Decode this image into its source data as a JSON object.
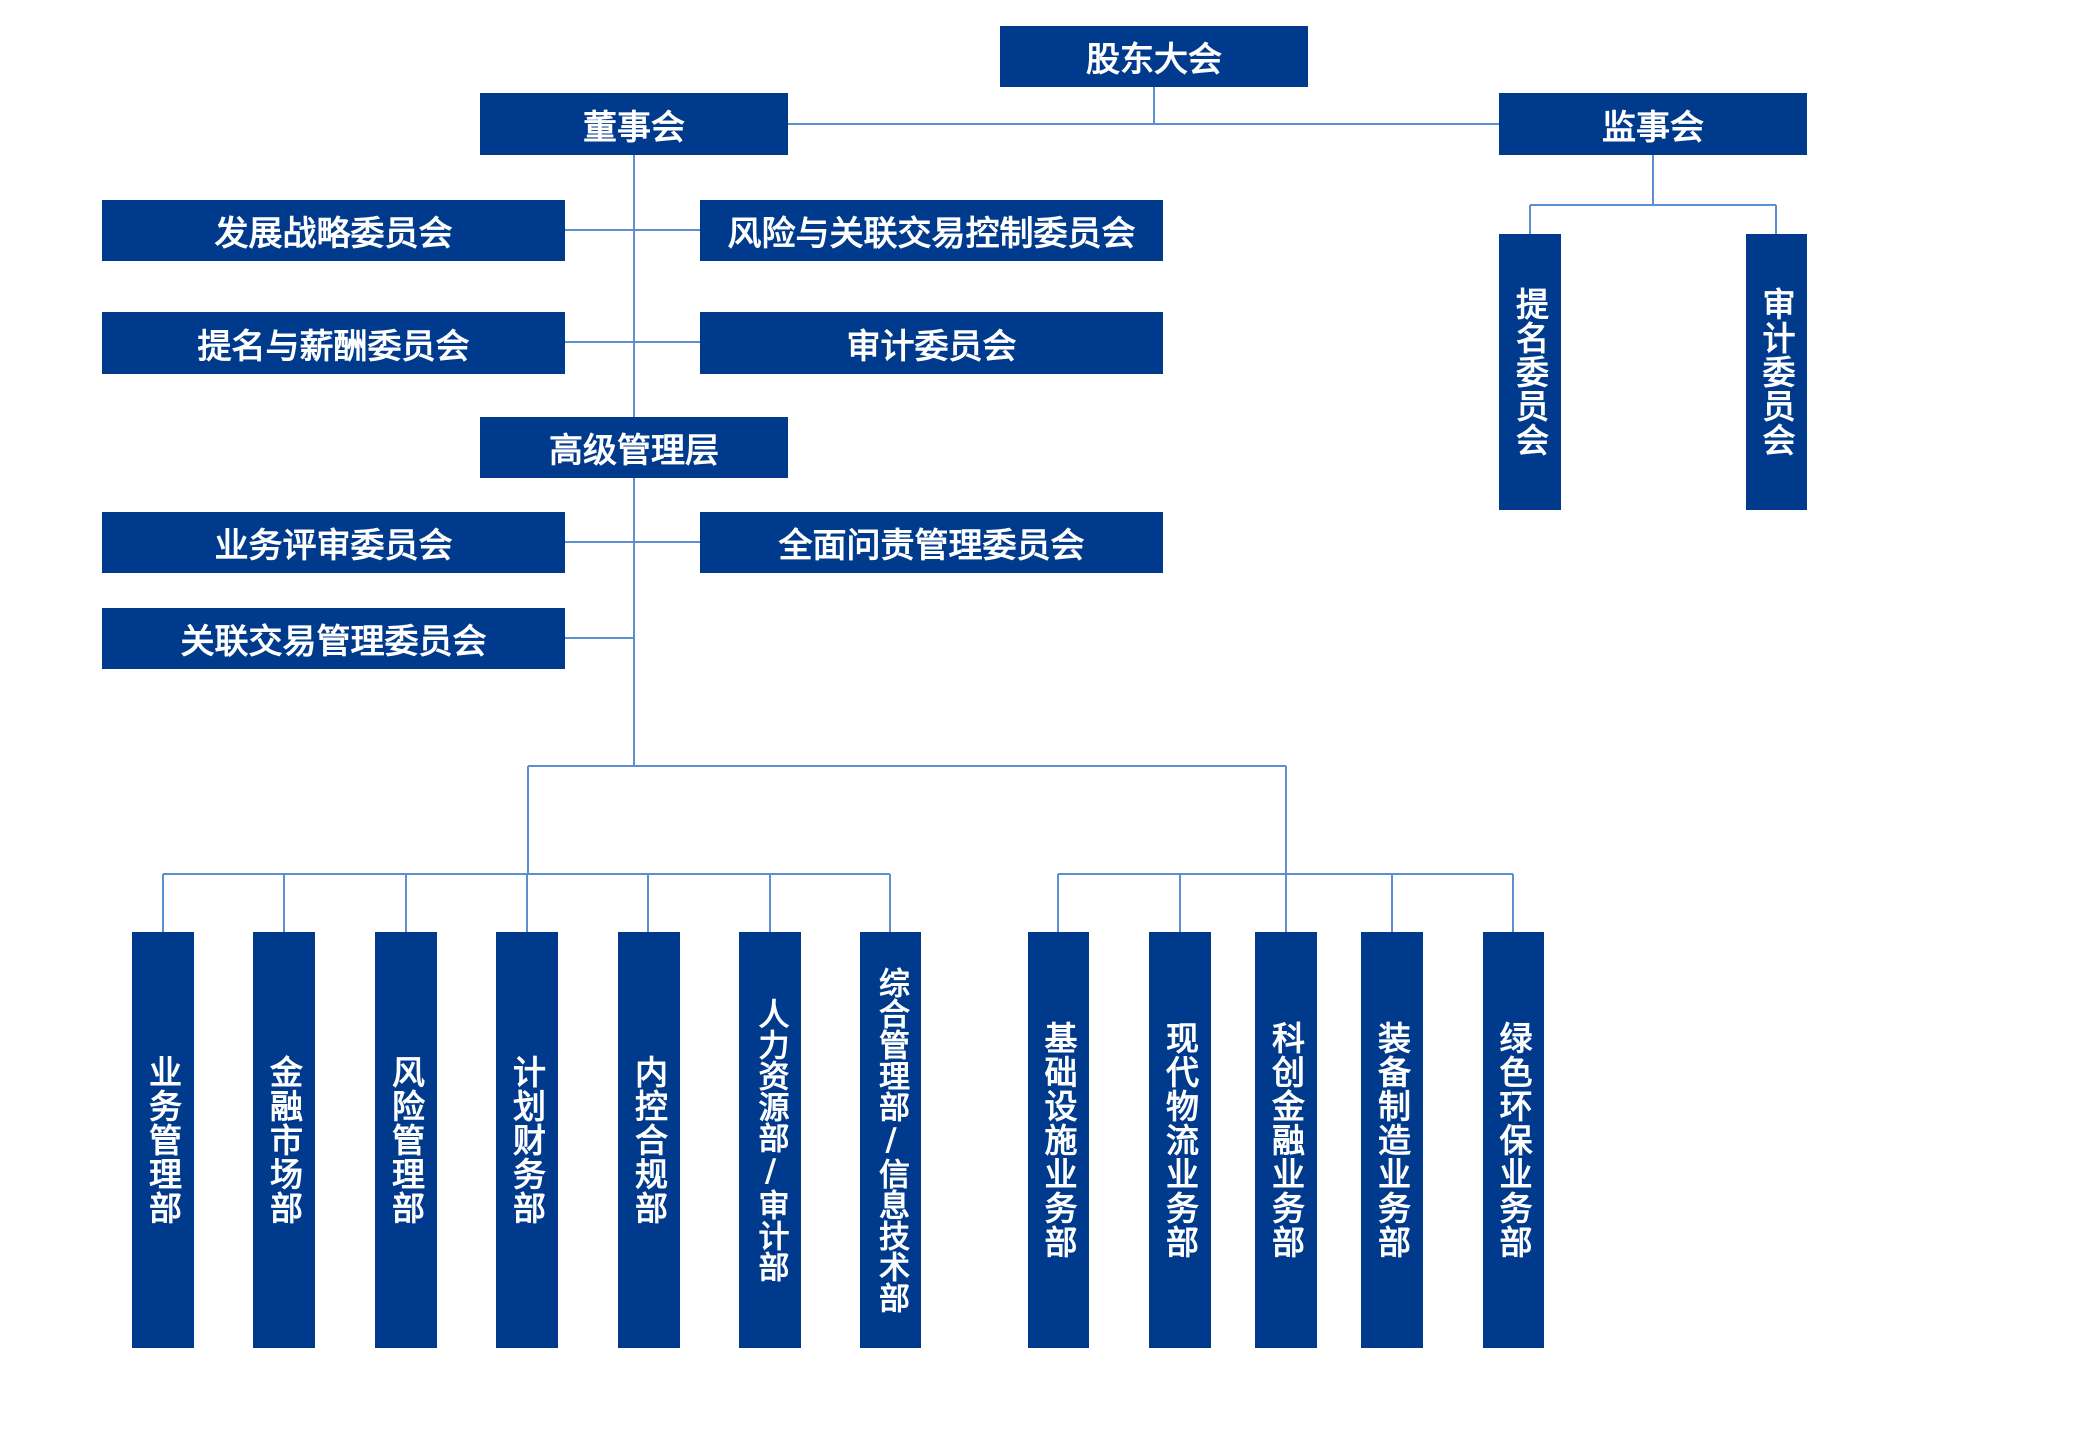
{
  "theme": {
    "box_color": "#003a8c",
    "line_color": "#5b8fd1",
    "text_color": "#ffffff"
  },
  "nodes": {
    "shareholders_meeting": "股东大会",
    "board_of_directors": "董事会",
    "board_of_supervisors": "监事会",
    "development_strategy_committee": "发展战略委员会",
    "risk_related_transaction_committee": "风险与关联交易控制委员会",
    "nomination_remuneration_committee": "提名与薪酬委员会",
    "audit_committee": "审计委员会",
    "senior_management": "高级管理层",
    "business_review_committee": "业务评审委员会",
    "accountability_committee": "全面问责管理委员会",
    "related_transaction_mgmt_committee": "关联交易管理委员会",
    "supervisor_nomination_committee": "提名委员会",
    "supervisor_audit_committee": "审计委员会"
  },
  "departments_left": [
    "业务管理部",
    "金融市场部",
    "风险管理部",
    "计划财务部",
    "内控合规部",
    "人力资源部/审计部",
    "综合管理部/信息技术部"
  ],
  "departments_right": [
    "基础设施业务部",
    "现代物流业务部",
    "科创金融业务部",
    "装备制造业务部",
    "绿色环保业务部"
  ]
}
